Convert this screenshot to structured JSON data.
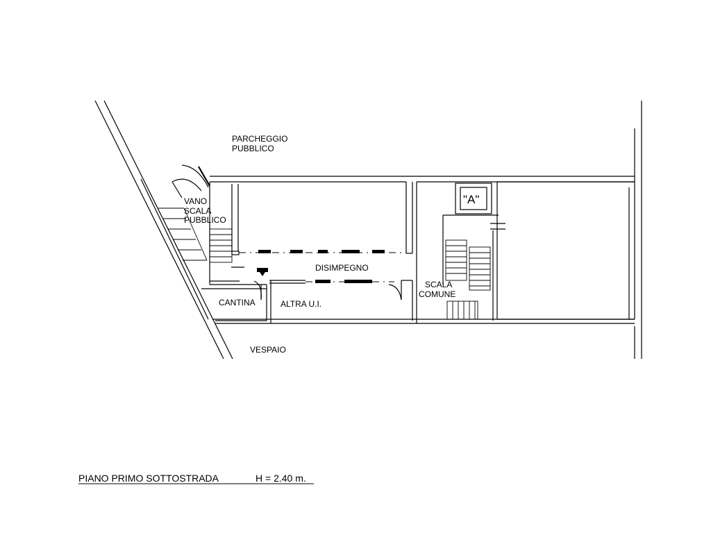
{
  "rooms": {
    "parcheggio_line1": "PARCHEGGIO",
    "parcheggio_line2": "PUBBLICO",
    "vano_line1": "VANO",
    "vano_line2": "SCALA",
    "vano_line3": "PUBBLICO",
    "disimpegno": "DISIMPEGNO",
    "cantina": "CANTINA",
    "altra_ui": "ALTRA U.I.",
    "scala_line1": "SCALA",
    "scala_line2": "COMUNE",
    "vespaio": "VESPAIO",
    "marker_a": "\"A\""
  },
  "caption": {
    "floor": "PIANO PRIMO SOTTOSTRADA",
    "height": "H = 2.40 m."
  }
}
